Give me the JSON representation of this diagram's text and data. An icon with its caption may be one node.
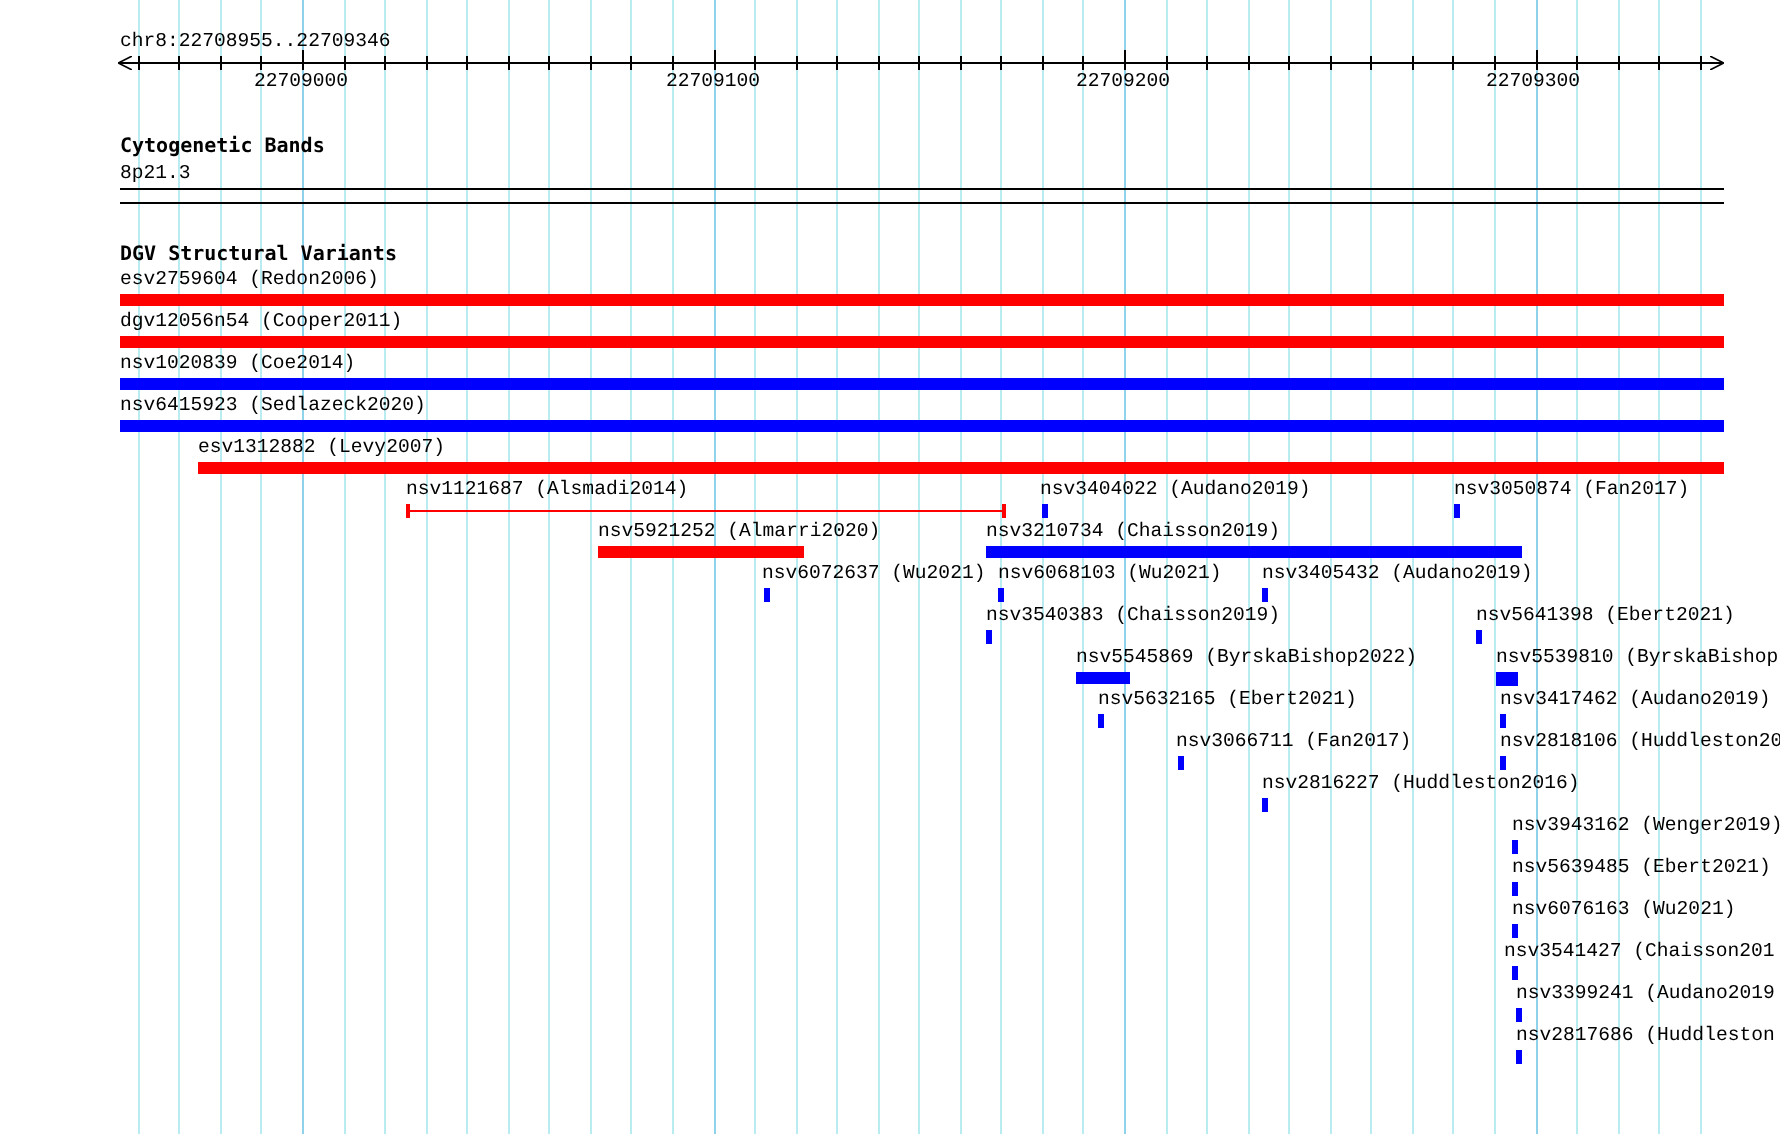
{
  "diagram": {
    "title": "DGV Structural Variants",
    "nodes": [
      {
        "text": [
          "esv2759604 (Redon2006)"
        ]
      },
      {
        "text": [
          "dgv12056n54 (Cooper2011)"
        ]
      },
      {
        "text": [
          "nsv1020839 (Coe2014)"
        ]
      },
      {
        "text": [
          "nsv6415923 (Sedlazeck2020)"
        ]
      },
      {
        "text": [
          "esv1312882 (Levy2007)"
        ]
      },
      {
        "text": [
          "nsv1121687 (Alsmadi2014)"
        ]
      },
      {
        "text": [
          "nsv3404022 (Audano2019)"
        ]
      },
      {
        "text": [
          "nsv3050874 (Fan2017)"
        ]
      },
      {
        "text": [
          "nsv5921252 (Almarri2020)"
        ]
      },
      {
        "text": [
          "nsv3210734 (Chaisson2019)"
        ]
      },
      {
        "text": [
          "nsv6072637 (Wu2021)"
        ]
      },
      {
        "text": [
          "nsv6068103 (Wu2021)"
        ]
      },
      {
        "text": [
          "nsv3405432 (Audano2019)"
        ]
      },
      {
        "text": [
          "nsv3540383 (Chaisson2019)"
        ]
      },
      {
        "text": [
          "nsv5641398 (Ebert2021)"
        ]
      },
      {
        "text": [
          "nsv5545869 (ByrskaBishop2022)"
        ]
      },
      {
        "text": [
          "nsv5539810 (ByrskaBishop"
        ]
      },
      {
        "text": [
          "nsv5632165 (Ebert2021)"
        ]
      },
      {
        "text": [
          "nsv3417462 (Audano2019)"
        ]
      },
      {
        "text": [
          "nsv3066711 (Fan2017)"
        ]
      },
      {
        "text": [
          "nsv2818106 (Huddleston20"
        ]
      },
      {
        "text": [
          "nsv2816227 (Huddleston2016)"
        ]
      },
      {
        "text": [
          "nsv3943162 (Wenger2019)"
        ]
      },
      {
        "text": [
          "nsv5639485 (Ebert2021)"
        ]
      },
      {
        "text": [
          "nsv6076163 (Wu2021)"
        ]
      },
      {
        "text": [
          "nsv3541427 (Chaisson201"
        ]
      },
      {
        "text": [
          "nsv3399241 (Audano2019"
        ]
      },
      {
        "text": [
          "nsv2817686 (Huddleston"
        ]
      }
    ],
    "labels": [
      "chr8:22708955..22709346",
      "22709000",
      "22709100",
      "22709200",
      "22709300",
      "Cytogenetic Bands",
      "8p21.3"
    ]
  }
}
